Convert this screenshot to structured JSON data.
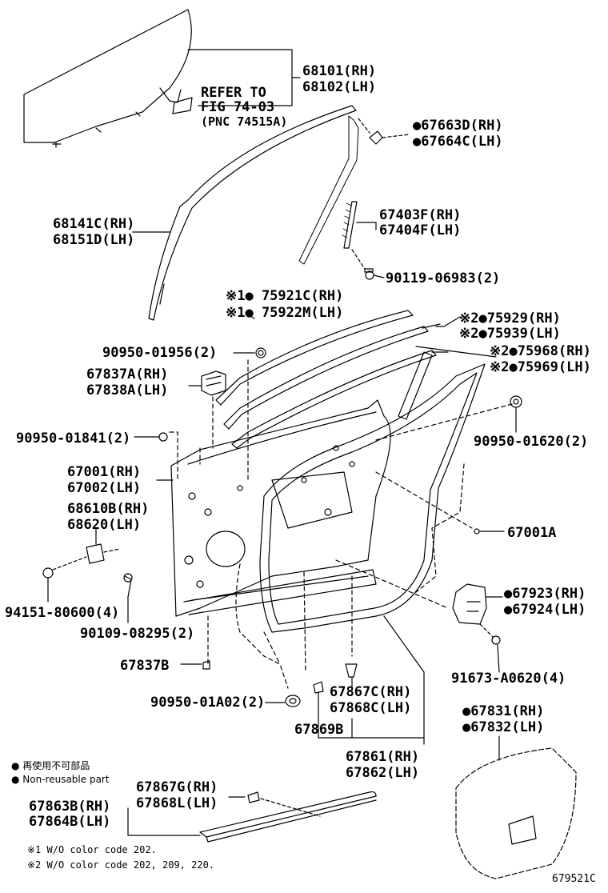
{
  "labels": {
    "p68101": "68101(RH)",
    "p68102": "68102(LH)",
    "refer1": "REFER TO",
    "refer2": "FIG 74-03",
    "refer3": "(PNC 74515A)",
    "p67663": "●67663D(RH)",
    "p67664": "●67664C(LH)",
    "p68141": "68141C(RH)",
    "p68151": "68151D(LH)",
    "p67403": "67403F(RH)",
    "p67404": "67404F(LH)",
    "p90119": "90119-06983(2)",
    "p75921": "※1● 75921C(RH)",
    "p75922": "※1● 75922M(LH)",
    "p75929": "※2●75929(RH)",
    "p75939": "※2●75939(LH)",
    "p90950_01956": "90950-01956(2)",
    "p75968": "※2●75968(RH)",
    "p75969": "※2●75969(LH)",
    "p67837A": "67837A(RH)",
    "p67838A": "67838A(LH)",
    "p90950_01841": "90950-01841(2)",
    "p90950_01620": "90950-01620(2)",
    "p67001": "67001(RH)",
    "p67002": "67002(LH)",
    "p68610": "68610B(RH)",
    "p68620": "68620(LH)",
    "p67001A": "67001A",
    "p67923": "●67923(RH)",
    "p67924": "●67924(LH)",
    "p94151": "94151-80600(4)",
    "p90109": "90109-08295(2)",
    "p67837B": "67837B",
    "p91673": "91673-A0620(4)",
    "p67867C": "67867C(RH)",
    "p67868C": "67868C(LH)",
    "p90950_01A02": "90950-01A02(2)",
    "p67869B": "67869B",
    "p67831": "●67831(RH)",
    "p67832": "●67832(LH)",
    "p67861": "67861(RH)",
    "p67862": "67862(LH)",
    "p67867G": "67867G(RH)",
    "p67868L": "67868L(LH)",
    "p67863B": "67863B(RH)",
    "p67864B": "67864B(LH)"
  },
  "legend": {
    "jp": "● 再使用不可部品",
    "en": "● Non-reusable part"
  },
  "notes": {
    "n1": "※1 W/O color code 202.",
    "n2": "※2 W/O color code 202, 209, 220."
  },
  "figure_id": "679521C"
}
